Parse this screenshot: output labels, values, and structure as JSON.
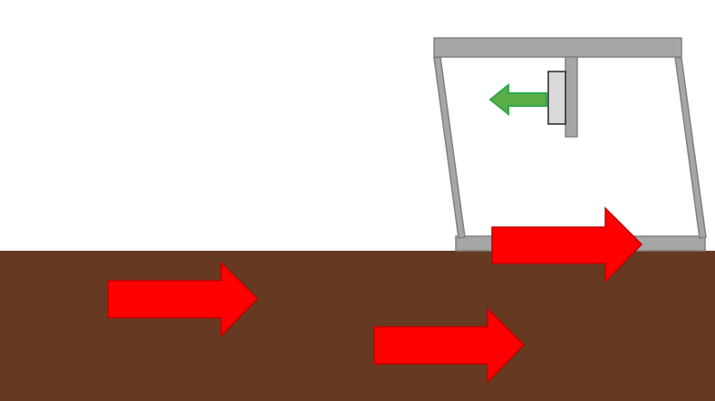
{
  "diagram": {
    "colors": {
      "background": "#ffffff",
      "ground": "#663a22",
      "frame": "#a6a6a6",
      "frame_stroke": "#808080",
      "mass": "#d9d9d9",
      "mass_stroke": "#262626",
      "ground_arrow_fill": "#ff0000",
      "ground_arrow_stroke": "#c00000",
      "inertia_arrow_fill": "#5aad47",
      "inertia_arrow_stroke": "#2fa84a"
    },
    "arrows": [
      {
        "role": "ground-motion",
        "direction": "right"
      },
      {
        "role": "ground-motion",
        "direction": "right"
      },
      {
        "role": "base-motion",
        "direction": "right"
      },
      {
        "role": "mass-inertia",
        "direction": "left"
      }
    ]
  }
}
